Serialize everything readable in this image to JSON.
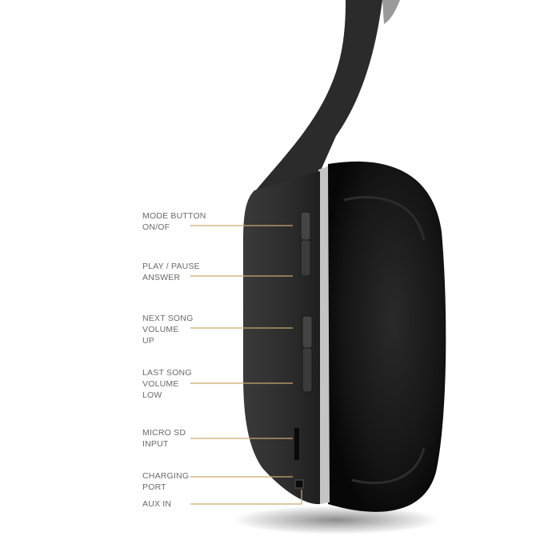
{
  "colors": {
    "leader_line": "#c9a96e",
    "label_text": "#6a6a6a",
    "body": "#2e2e2e",
    "ear_pad": "#141414",
    "rim": "#b8b8b8"
  },
  "labels": [
    {
      "text": "MODE BUTTON\nON/OF"
    },
    {
      "text": "PLAY / PAUSE\nANSWER"
    },
    {
      "text": "NEXT SONG\nVOLUME\nUP"
    },
    {
      "text": "LAST SONG\nVOLUME\nLOW"
    },
    {
      "text": "MICRO SD\nINPUT"
    },
    {
      "text": "CHARGING\nPORT"
    },
    {
      "text": "AUX IN"
    }
  ]
}
